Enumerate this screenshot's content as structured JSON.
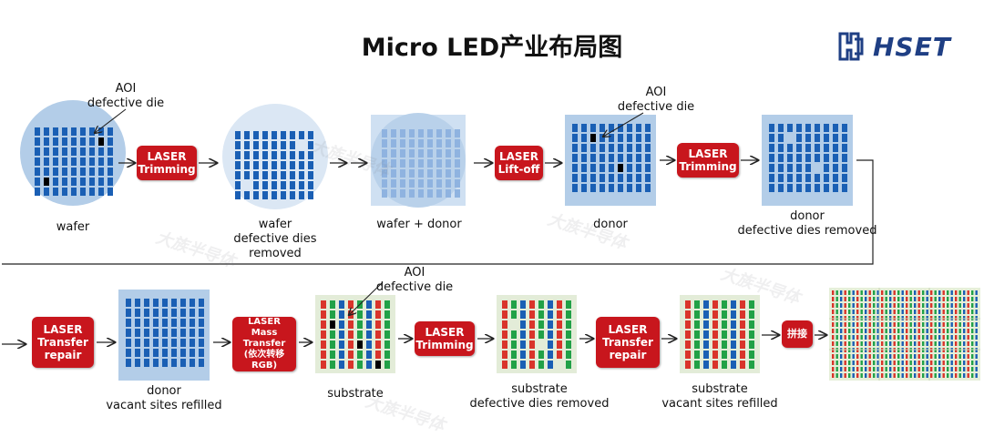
{
  "title": "Micro LED产业布局图",
  "brand": {
    "name": "HSET",
    "watermark": "大族半导体",
    "color": "#1f3f84"
  },
  "colors": {
    "red": "#c8161d",
    "blue": "#1a5fb4",
    "die_bg": "#b3cde8",
    "green": "#21a147",
    "defect": "#000000"
  },
  "row1": {
    "stages": [
      {
        "id": "wafer",
        "caption": "wafer"
      },
      {
        "id": "wafer-removed",
        "caption": "wafer\ndefective dies\nremoved"
      },
      {
        "id": "wafer-donor",
        "caption": "wafer + donor"
      },
      {
        "id": "donor",
        "caption": "donor"
      },
      {
        "id": "donor-removed",
        "caption": "donor\ndefective dies removed"
      }
    ],
    "buttons": [
      {
        "id": "laser-trimming-1",
        "label": "LASER\nTrimming"
      },
      {
        "id": "laser-liftoff",
        "label": "LASER\nLift-off"
      },
      {
        "id": "laser-trimming-2",
        "label": "LASER\nTrimming"
      }
    ],
    "notes": [
      {
        "id": "aoi-1",
        "text": "AOI\ndefective die"
      },
      {
        "id": "aoi-2",
        "text": "AOI\ndefective die"
      }
    ]
  },
  "row2": {
    "stages": [
      {
        "id": "donor-refilled",
        "caption": "donor\nvacant sites refilled"
      },
      {
        "id": "substrate",
        "caption": "substrate"
      },
      {
        "id": "substrate-removed",
        "caption": "substrate\ndefective dies removed"
      },
      {
        "id": "substrate-refilled",
        "caption": "substrate\nvacant sites refilled"
      }
    ],
    "buttons": [
      {
        "id": "laser-transfer-repair-1",
        "label": "LASER\nTransfer\nrepair"
      },
      {
        "id": "laser-mass-transfer",
        "label": "LASER\nMass\nTransfer\n(依次转移RGB)"
      },
      {
        "id": "laser-trimming-3",
        "label": "LASER\nTrimming"
      },
      {
        "id": "laser-transfer-repair-2",
        "label": "LASER\nTransfer\nrepair"
      },
      {
        "id": "splice",
        "label": "拼接"
      }
    ],
    "notes": [
      {
        "id": "aoi-3",
        "text": "AOI\ndefective die"
      }
    ]
  }
}
